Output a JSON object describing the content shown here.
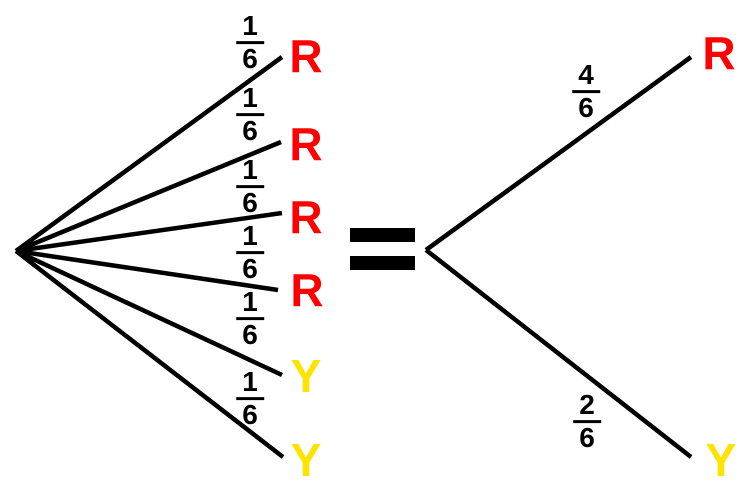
{
  "diagram": {
    "type": "probability-tree-equivalence",
    "equals_symbol": "=",
    "colors": {
      "line": "#000000",
      "background": "#FFFFFF",
      "red": "#FE0000",
      "yellow": "#FFE300"
    },
    "left_tree": {
      "branches": [
        {
          "numerator": "1",
          "denominator": "6",
          "outcome": "R",
          "color": "#FE0000"
        },
        {
          "numerator": "1",
          "denominator": "6",
          "outcome": "R",
          "color": "#FE0000"
        },
        {
          "numerator": "1",
          "denominator": "6",
          "outcome": "R",
          "color": "#FE0000"
        },
        {
          "numerator": "1",
          "denominator": "6",
          "outcome": "R",
          "color": "#FE0000"
        },
        {
          "numerator": "1",
          "denominator": "6",
          "outcome": "Y",
          "color": "#FFE300"
        },
        {
          "numerator": "1",
          "denominator": "6",
          "outcome": "Y",
          "color": "#FFE300"
        }
      ]
    },
    "right_tree": {
      "branches": [
        {
          "numerator": "4",
          "denominator": "6",
          "outcome": "R",
          "color": "#FE0000"
        },
        {
          "numerator": "2",
          "denominator": "6",
          "outcome": "Y",
          "color": "#FFE300"
        }
      ]
    }
  }
}
